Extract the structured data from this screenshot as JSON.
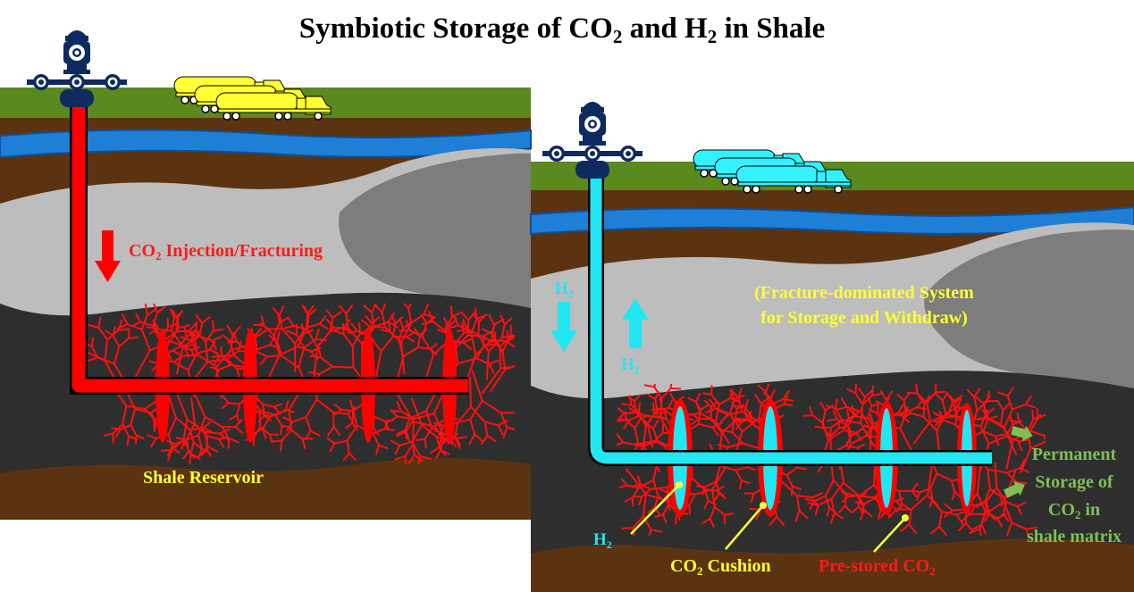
{
  "title": {
    "prefix": "Symbiotic Storage of CO",
    "sub1": "2",
    "middle": " and H",
    "sub2": "2",
    "suffix": " in Shale"
  },
  "left_panel": {
    "injection": {
      "pre": "CO",
      "sub": "2",
      "post": " Injection/Fracturing"
    },
    "reservoir": "Shale Reservoir"
  },
  "right_panel": {
    "h2_down": {
      "pre": "H",
      "sub": "2"
    },
    "h2_up": {
      "pre": "H",
      "sub": "2"
    },
    "system_line1": "(Fracture-dominated System",
    "system_line2": "for Storage and Withdraw)",
    "h2_bottom": {
      "pre": "H",
      "sub": "2"
    },
    "cushion": {
      "pre": "CO",
      "sub": "2",
      "post": " Cushion"
    },
    "prestored": {
      "pre": "Pre-stored CO",
      "sub": "2"
    },
    "permanent": {
      "line1": "Permanent",
      "line2": "Storage of",
      "line3_pre": "CO",
      "line3_sub": "2",
      "line3_post": " in",
      "line4": "shale matrix"
    }
  },
  "colors": {
    "grass": "#5a8a1e",
    "soil": "#5c3310",
    "water": "#1f7fd6",
    "grey_rock": "#bdbdbd",
    "dark_grey": "#7d7d7d",
    "shale": "#2e2e2e",
    "co2_red": "#ff0000",
    "h2_cyan": "#22e6f2",
    "label_yellow": "#ffff33",
    "label_green": "#7fbf55",
    "truck_yellow": "#ffff33",
    "truck_cyan": "#33f2ff",
    "wellhead_navy": "#0f2a5e"
  },
  "icons": [
    "wellhead-icon",
    "tanker-truck-icon",
    "down-arrow-icon",
    "up-arrow-icon"
  ]
}
